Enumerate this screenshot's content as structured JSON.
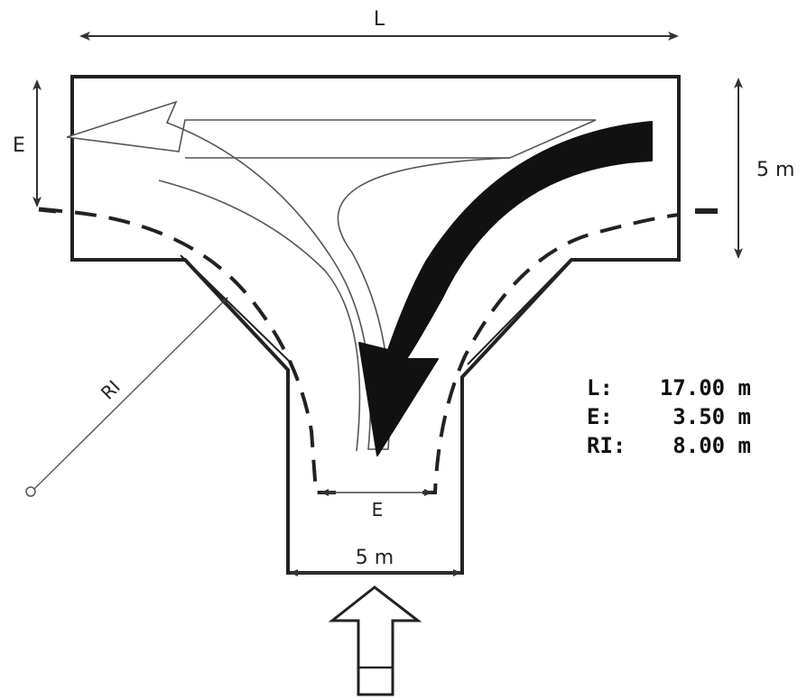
{
  "labels": {
    "top_length": "L",
    "left_width": "E",
    "right_height": "5 m",
    "radius": "RI",
    "bottom_inner_width": "E",
    "bottom_width": "5 m"
  },
  "dimensions": [
    {
      "key": "L:",
      "value": "17.00 m"
    },
    {
      "key": "E:",
      "value": "3.50 m"
    },
    {
      "key": "RI:",
      "value": "8.00 m"
    }
  ]
}
